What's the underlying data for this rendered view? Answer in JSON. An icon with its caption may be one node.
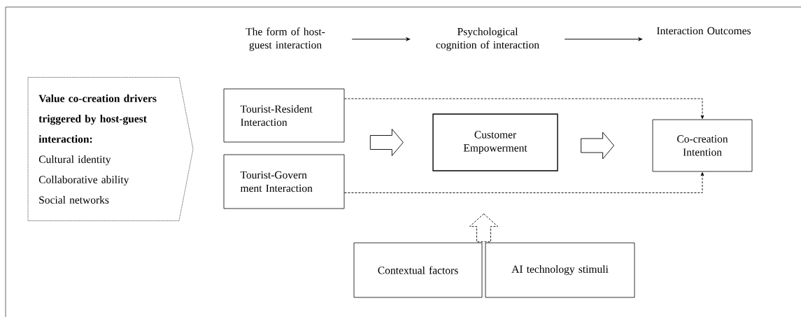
{
  "diagram": {
    "nodes": [
      {
        "text": [
          "The form of host-guest interaction"
        ]
      },
      {
        "text": [
          "Psychological cognition of interaction"
        ]
      },
      {
        "text": [
          "Interaction Outcomes"
        ]
      },
      {
        "text": [
          "Value co-creation drivers triggered by host-guest interaction:",
          "Cultural identity",
          "Collaborative ability",
          "Social networks"
        ]
      },
      {
        "text": [
          "Tourist-Resident Interaction"
        ]
      },
      {
        "text": [
          "Tourist-Govern ment Interaction"
        ]
      },
      {
        "text": [
          "Customer Empowerment"
        ]
      },
      {
        "text": [
          "Co-creation Intention"
        ]
      },
      {
        "text": [
          "Contextual factors"
        ]
      },
      {
        "text": [
          "AI technology stimuli"
        ]
      }
    ],
    "edges": [
      {
        "from": 0,
        "to": 1,
        "arrow": "to"
      },
      {
        "from": 1,
        "to": 2,
        "arrow": "to"
      },
      {
        "from": 4,
        "to": 6,
        "arrow": "to"
      },
      {
        "from": 5,
        "to": 6,
        "arrow": "to"
      },
      {
        "from": 6,
        "to": 7,
        "arrow": "to"
      },
      {
        "from": 4,
        "to": 7,
        "arrow": "to",
        "style": "dashed"
      },
      {
        "from": 5,
        "to": 7,
        "arrow": "to",
        "style": "dashed"
      },
      {
        "from": 8,
        "to": null,
        "arrow": "to",
        "style": "dashed"
      },
      {
        "from": 9,
        "to": null,
        "arrow": "to",
        "style": "dashed"
      }
    ]
  }
}
